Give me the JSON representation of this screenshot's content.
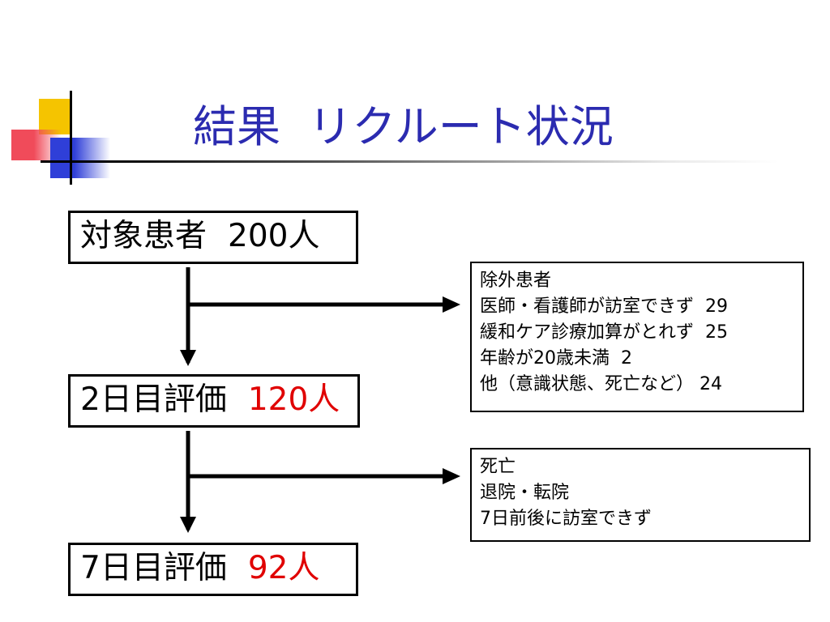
{
  "colors": {
    "title": "#2b2bb0",
    "accent_yellow": "#f5c400",
    "accent_red": "#f04b5a",
    "accent_blue": "#2f3fd8",
    "highlight": "#e00000"
  },
  "title": {
    "part1": "結果",
    "part2": "リクルート状況"
  },
  "stages": [
    {
      "label": "対象患者",
      "count": "200人"
    },
    {
      "label": "2日目評価",
      "count": "120人"
    },
    {
      "label": "7日目評価",
      "count": "92人"
    }
  ],
  "excluded": {
    "heading": "除外患者",
    "items": [
      {
        "reason": "医師・看護師が訪室できず",
        "count": "29"
      },
      {
        "reason": "緩和ケア診療加算がとれず",
        "count": "25"
      },
      {
        "reason": "年齢が20歳未満",
        "count": "2"
      },
      {
        "reason": "他（意識状態、死亡など）",
        "count": "24"
      }
    ]
  },
  "dropout": {
    "items": [
      "死亡",
      "退院・転院",
      "7日前後に訪室できず"
    ]
  }
}
